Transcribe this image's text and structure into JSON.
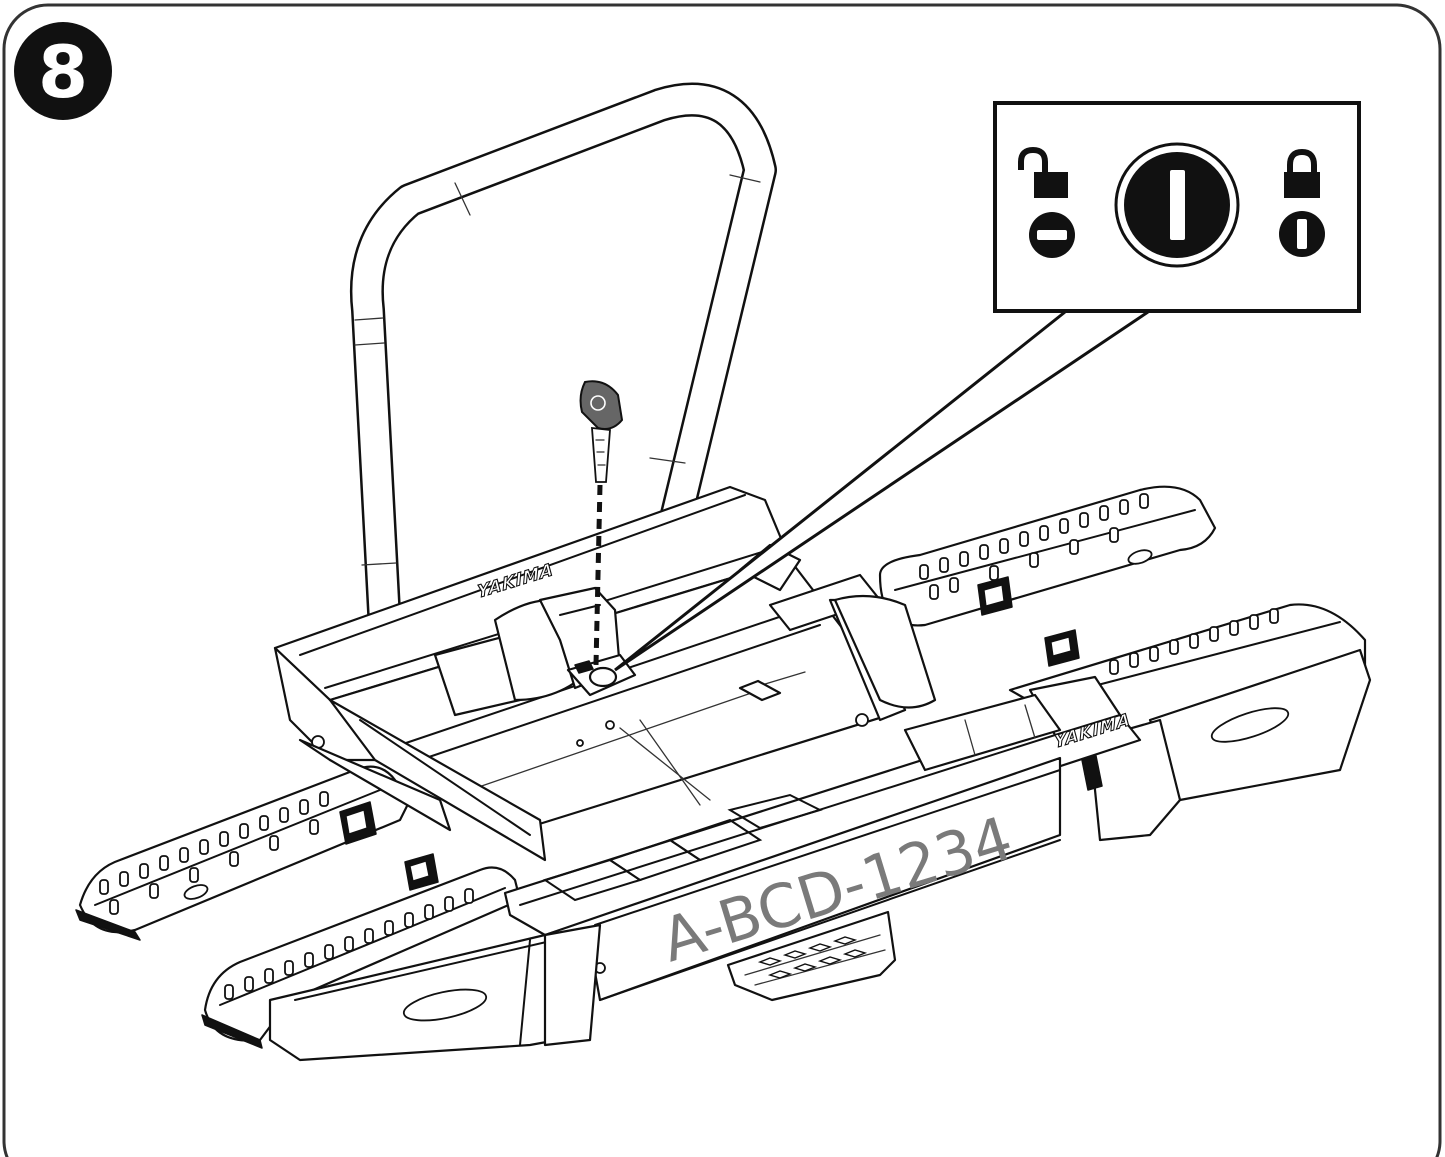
{
  "step": {
    "number": "8"
  },
  "rack": {
    "brand_label": "YAKIMA"
  },
  "license_plate": {
    "text": "A-BCD-1234"
  },
  "detail_callout": {
    "left_icon": "unlocked-padlock-icon",
    "left_indicator": "horizontal-slot-indicator-icon",
    "center_icon": "lock-cylinder-vertical-slot-icon",
    "right_icon": "locked-padlock-icon",
    "right_indicator": "vertical-slot-indicator-icon"
  },
  "key": {
    "icon": "key-icon"
  }
}
